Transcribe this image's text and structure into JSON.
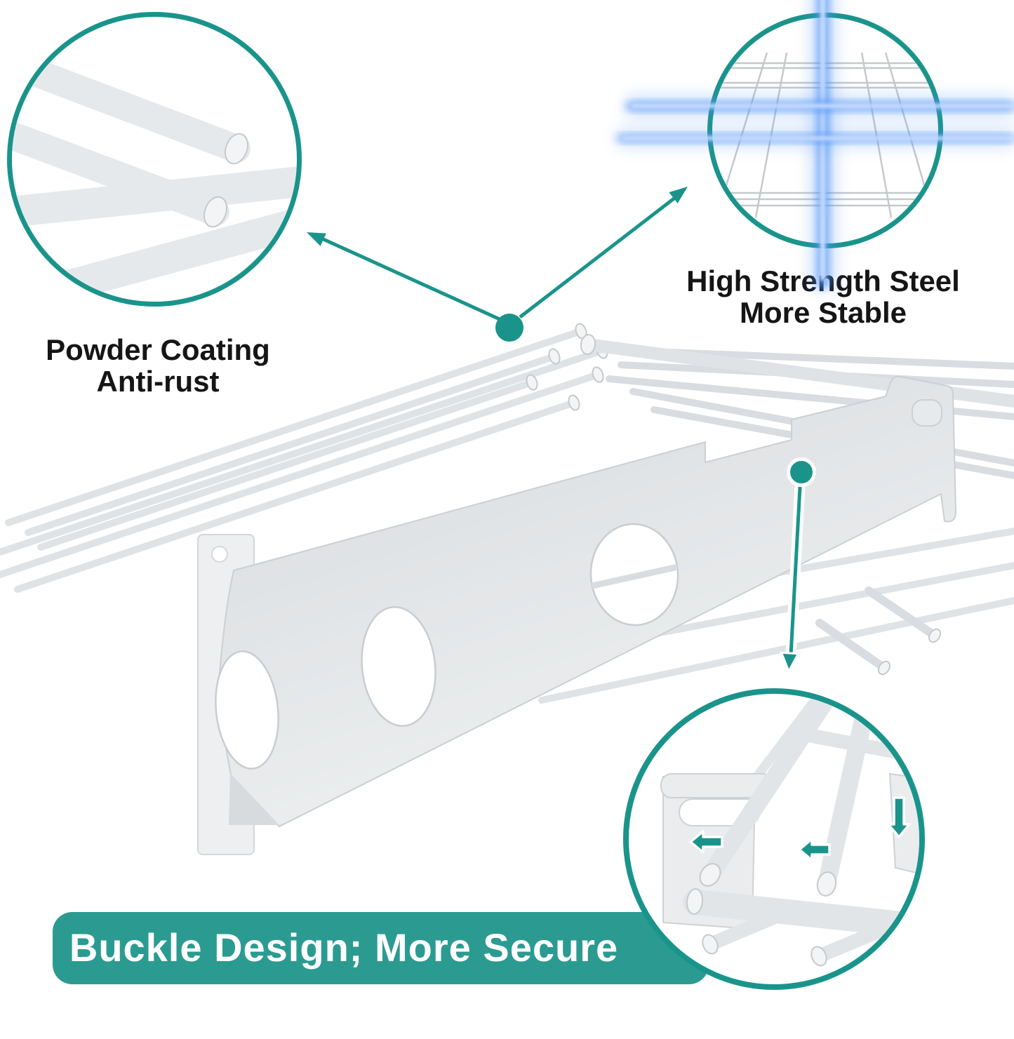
{
  "labels": {
    "powder_coating": {
      "line1": "Powder Coating",
      "line2": "Anti-rust"
    },
    "high_strength": {
      "line1": "High Strength Steel",
      "line2": "More Stable"
    },
    "banner": "Buckle Design; More Secure"
  },
  "colors": {
    "accent_teal": "#1A948B",
    "banner_teal": "#2B9B92",
    "glow_blue": "#4E93F5",
    "glow_core": "#CFE0FF",
    "text_black": "#151515",
    "metal_light": "#F2F4F5",
    "metal_mid": "#E0E3E6",
    "metal_edge": "#C6CACD"
  },
  "icons": {
    "callout_dot": "filled-circle",
    "connector_arrow": "line-with-triangle-head",
    "slide_left_arrow": "left-triangle-arrow",
    "press_down_arrow": "down-triangle-arrow"
  }
}
